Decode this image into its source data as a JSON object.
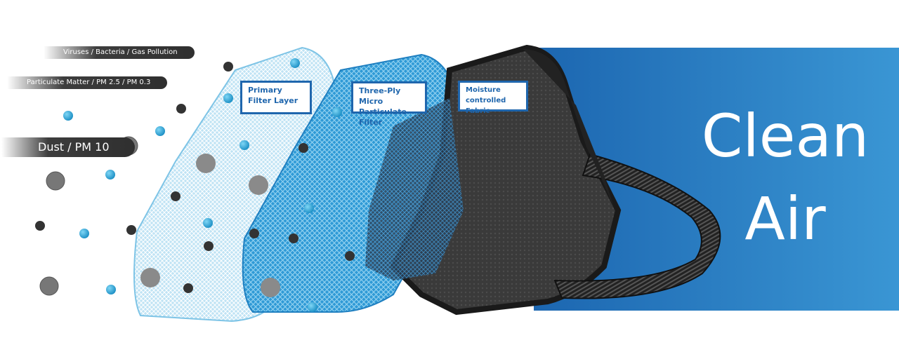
{
  "pollutants": [
    {
      "label": "Viruses / Bacteria / Gas Pollution"
    },
    {
      "label": "Particulate Matter / PM 2.5 / PM 0.3"
    },
    {
      "label": "Dust / PM 10"
    }
  ],
  "layers": [
    {
      "label": "Primary Filter Layer"
    },
    {
      "label": "Three-Ply Micro Particulate Filter"
    },
    {
      "label": "Moisture controlled Fabric"
    }
  ],
  "headline": {
    "line1": "Clean",
    "line2": "Air"
  },
  "colors": {
    "banner_blue": "#2a84c8",
    "banner_blue_dark": "#1c66b0",
    "light_layer": "#a9d8f0",
    "mid_layer": "#3ba3dc",
    "mask_fabric": "#383838",
    "label_border": "#1f66ad",
    "particle_blue": "#2aa7d9",
    "particle_dark": "#333333",
    "particle_grey": "#8a8a8a"
  }
}
